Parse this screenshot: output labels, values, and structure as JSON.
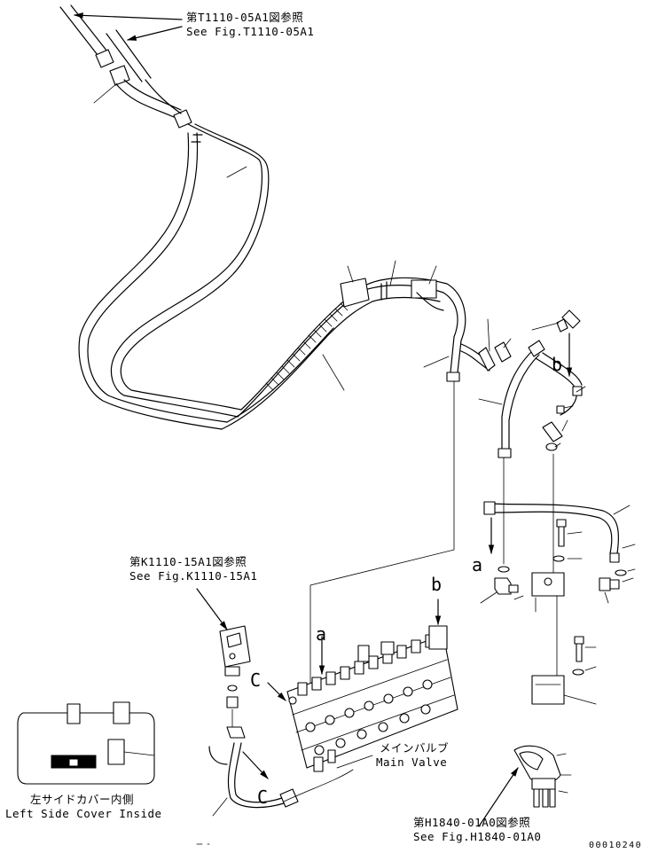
{
  "references": {
    "top": {
      "jp": "第T1110-05A1図参照",
      "en": "See Fig.T1110-05A1"
    },
    "left": {
      "jp": "第K1110-15A1図参照",
      "en": "See Fig.K1110-15A1"
    },
    "bottom_right": {
      "jp": "第H1840-01A0図参照",
      "en": "See Fig.H1840-01A0"
    }
  },
  "labels": {
    "main_valve": {
      "jp": "メインバルブ",
      "en": "Main Valve"
    },
    "left_cover": {
      "jp": "左サイドカバー内側",
      "en": "Left Side Cover Inside"
    }
  },
  "connection_marks": {
    "a": "a",
    "b": "b",
    "c": "C"
  },
  "drawing_number": "00010240"
}
